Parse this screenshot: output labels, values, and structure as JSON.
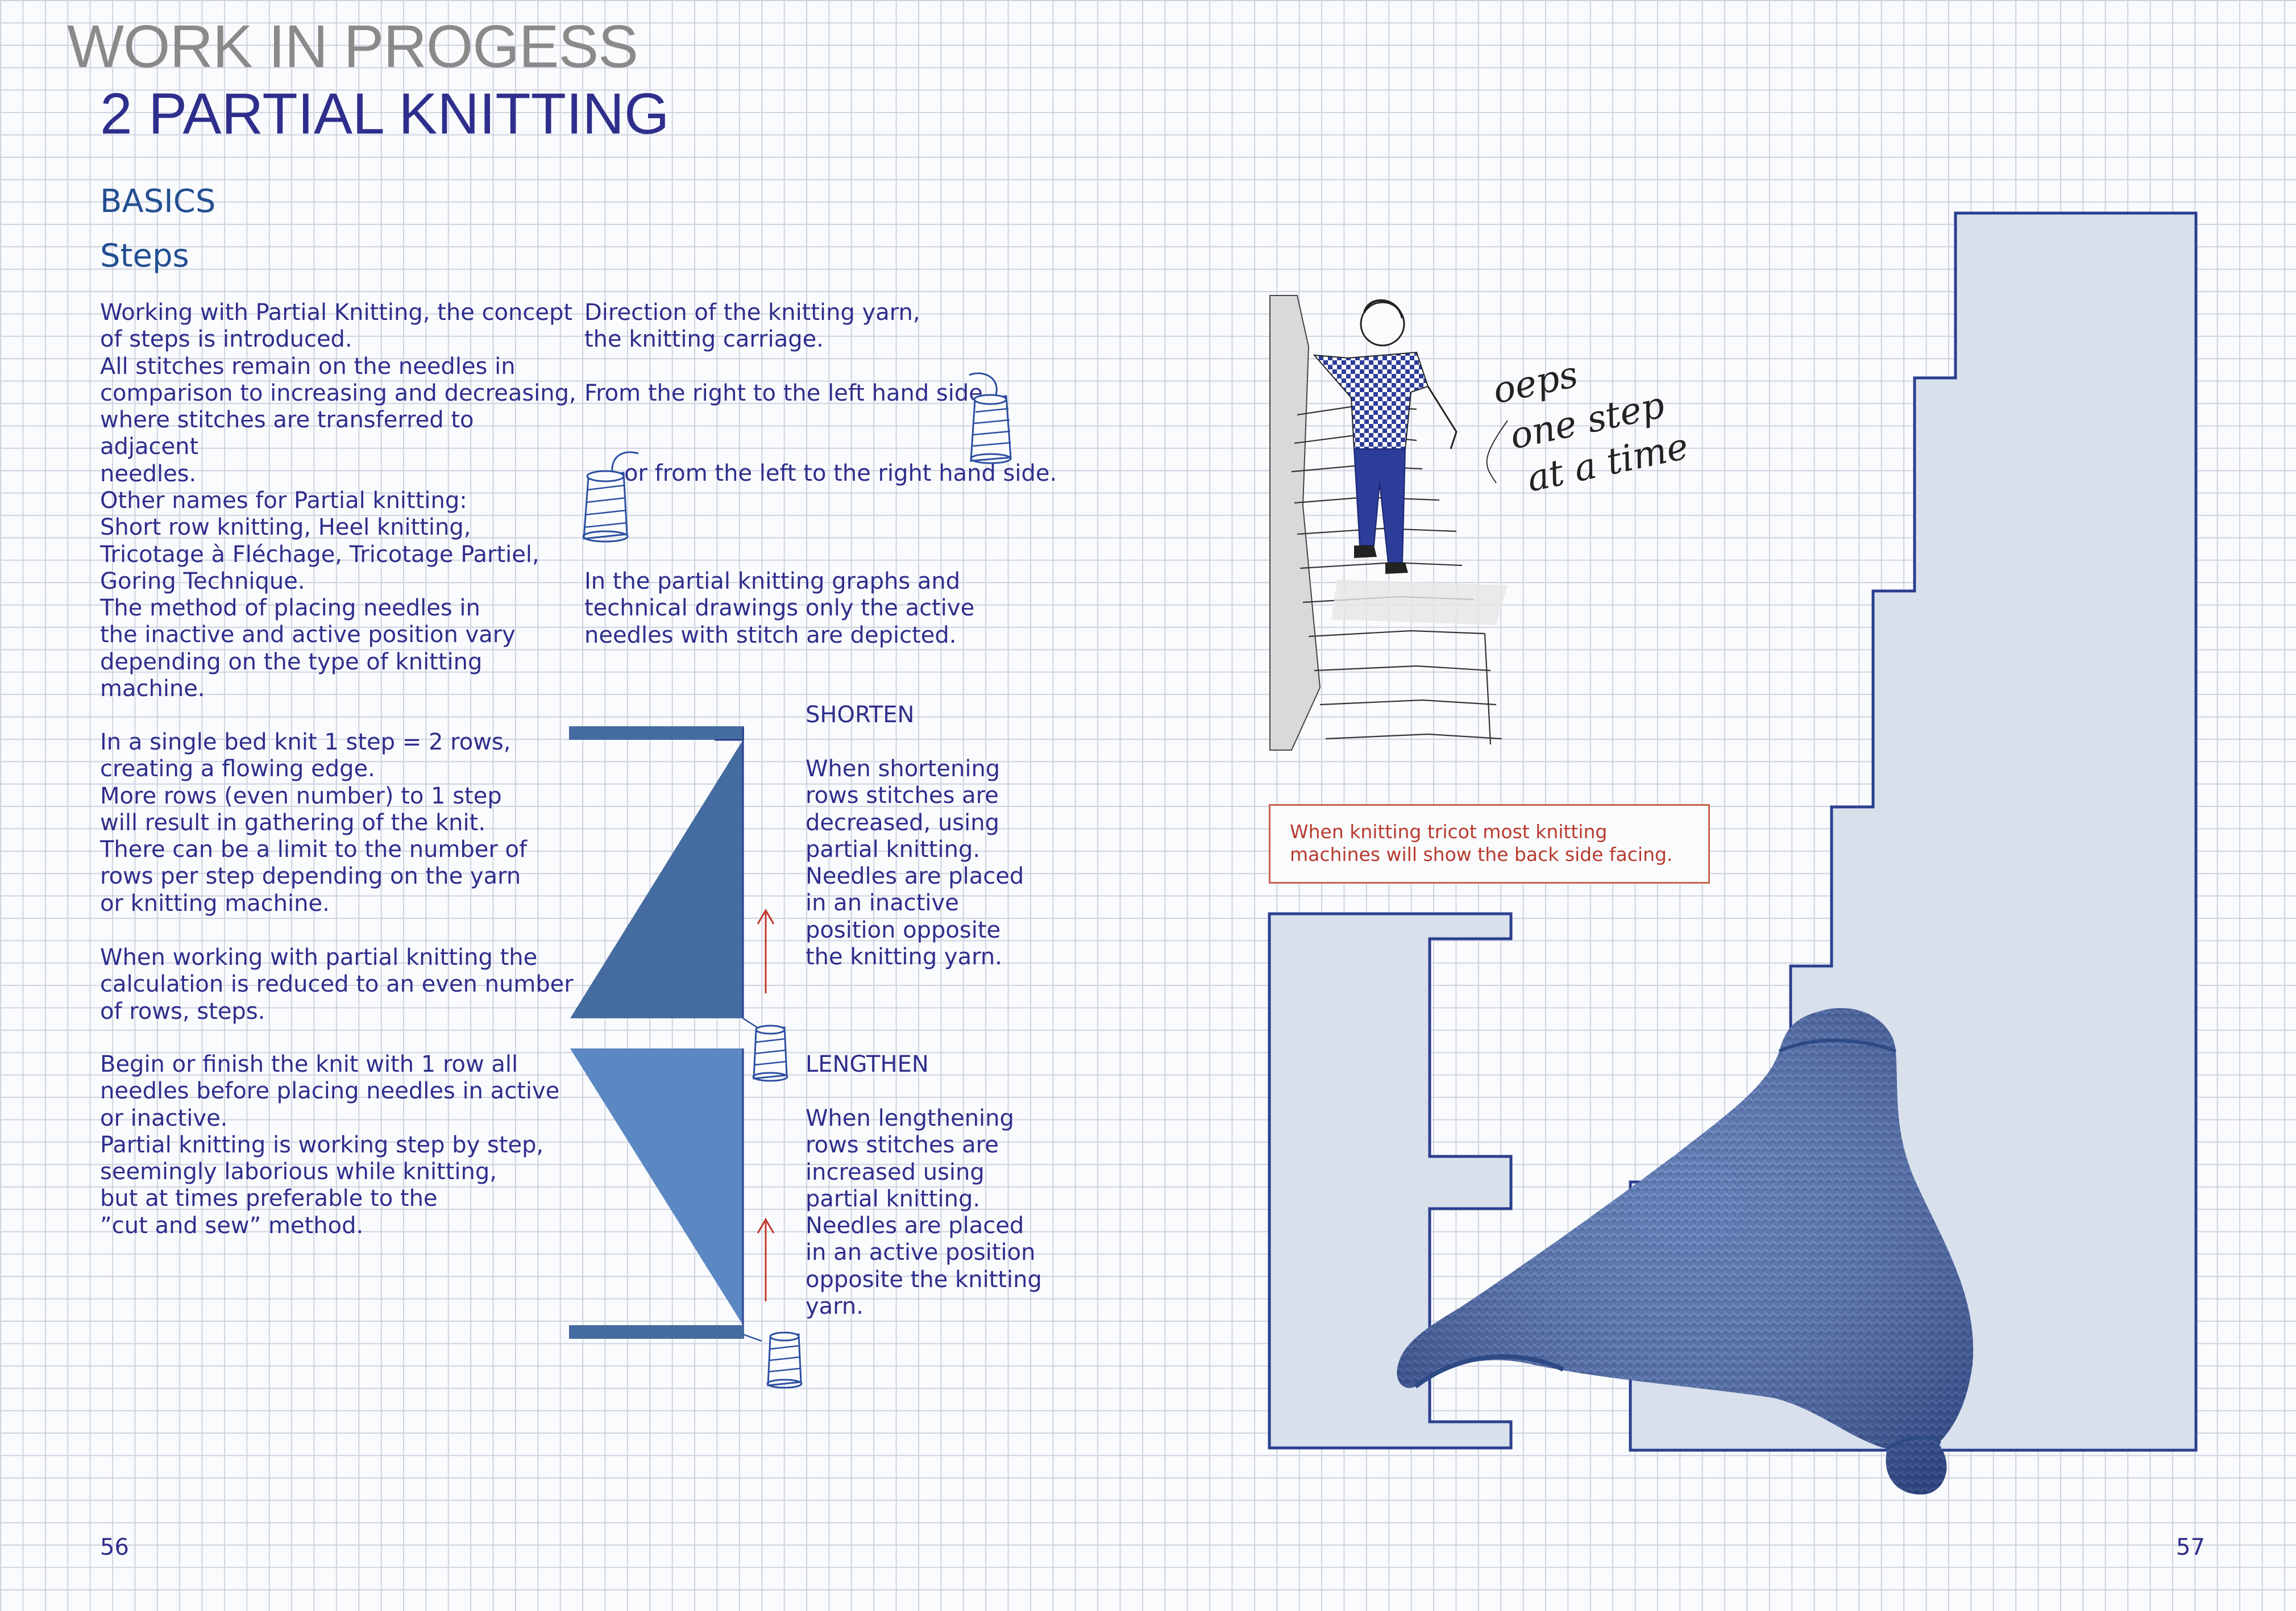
{
  "header": {
    "title": "WORK IN PROGESS",
    "subtitle": "2 PARTIAL KNITTING"
  },
  "section": {
    "heading": "BASICS",
    "subheading": "Steps"
  },
  "left_column": {
    "para1": "Working with Partial Knitting, the concept\nof steps is introduced.\nAll stitches remain on the needles in\ncomparison to increasing and decreasing,\nwhere stitches are transferred to adjacent\nneedles.",
    "para2": "Other names for Partial knitting:\nShort row knitting, Heel knitting,\nTricotage à Fléchage, Tricotage Partiel,\nGoring Technique.\nThe method of placing needles in\nthe inactive and active position vary\ndepending on the type of knitting\nmachine.",
    "para3": "In a single bed knit 1 step = 2 rows,\ncreating a flowing edge.\nMore rows (even number) to 1 step\nwill result in gathering of the knit.\nThere can be a limit to the number of\nrows per step depending on the yarn\nor knitting machine.",
    "para4": "When working with partial knitting the\ncalculation is reduced to an even number\nof rows, steps.",
    "para5": "Begin or finish the knit with 1 row all\nneedles before placing needles in active\nor inactive.\nPartial knitting is working step by step,\nseemingly laborious while knitting,\nbut at times preferable to the\n”cut and sew” method."
  },
  "middle_column": {
    "direction": "Direction of the knitting yarn,\nthe knitting carriage.",
    "right_to_left": "From the right to the left hand side,",
    "left_to_right": "or from the left to the right hand side.",
    "graphs_note": "In the partial knitting graphs and\ntechnical drawings only the active\nneedles with stitch are depicted."
  },
  "diagram_text": {
    "shorten_title": "SHORTEN",
    "shorten_body": "When shortening\nrows stitches are\ndecreased, using\npartial knitting.\nNeedles are placed\nin an inactive\nposition opposite\nthe knitting yarn.",
    "lengthen_title": "LENGTHEN",
    "lengthen_body": "When lengthening\nrows stitches are\nincreased using\npartial knitting.\nNeedles are placed\nin an active position\nopposite the knitting\nyarn."
  },
  "sketch": {
    "handwriting_line1": "oeps",
    "handwriting_line2": "one step",
    "handwriting_line3": "at a time"
  },
  "note": {
    "text": "When knitting tricot most knitting\nmachines will show the back side facing."
  },
  "page_numbers": {
    "left": "56",
    "right": "57"
  },
  "icons": [
    "yarn-cone-icon",
    "up-arrow-icon"
  ],
  "colors": {
    "primary_text": "#2e2e8c",
    "heading_blue": "#234f92",
    "title_gray": "#8a8a8a",
    "shorten_fill": "#456ca0",
    "lengthen_fill": "#5b87c3",
    "graph_fill": "#d8e0ec",
    "graph_stroke": "#2b3f8f",
    "arrow_red": "#c0392b",
    "note_red": "#b83a2e",
    "knit_blue": "#4a6aa8"
  }
}
